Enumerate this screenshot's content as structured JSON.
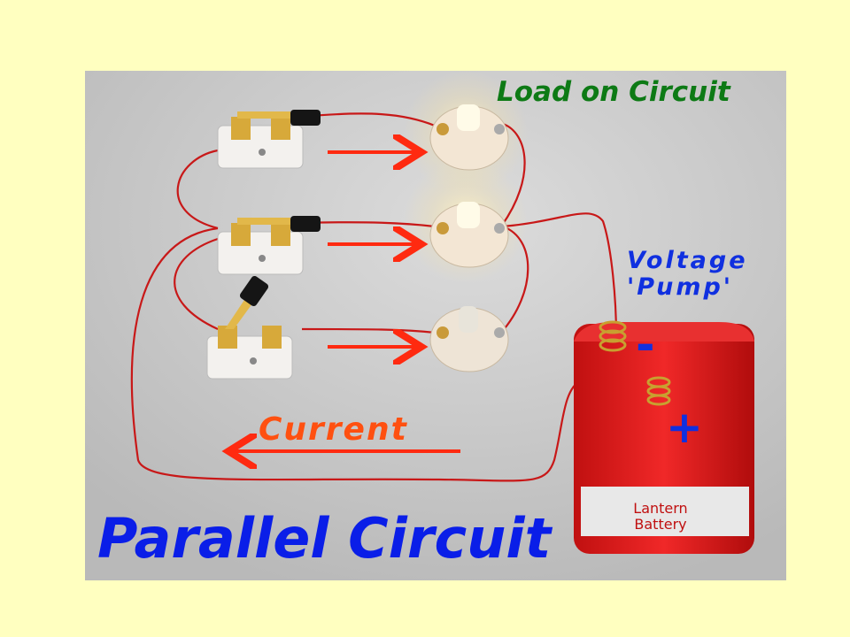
{
  "labels": {
    "load": "Load on Circuit",
    "voltage_line1": "Voltage",
    "voltage_line2": "'Pump'",
    "current": "Current",
    "title": "Parallel Circuit",
    "minus": "-",
    "plus": "+"
  },
  "battery": {
    "text_line1": "Lantern",
    "text_line2": "Battery"
  },
  "colors": {
    "background": "#ffffc0",
    "photo": "#c9c9c9",
    "arrow": "#ff2a10",
    "wire": "#c81818",
    "battery": "#e01818"
  }
}
